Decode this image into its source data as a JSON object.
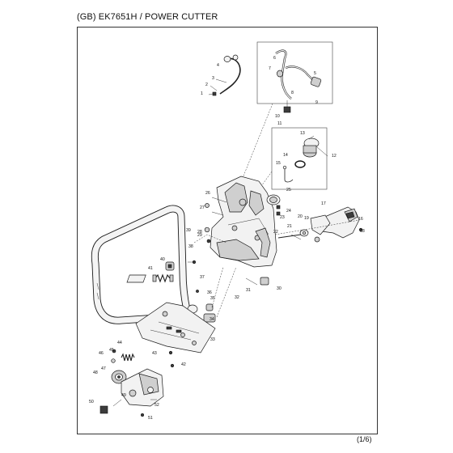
{
  "title": "(GB) EK7651H / POWER CUTTER",
  "page_indicator": "(1/6)",
  "part_numbers": [
    "1",
    "2",
    "3",
    "4",
    "5",
    "6",
    "7",
    "8",
    "9",
    "10",
    "11",
    "12",
    "13",
    "14",
    "15",
    "16",
    "17",
    "18",
    "19",
    "20",
    "21",
    "22",
    "23",
    "24",
    "25",
    "26",
    "27",
    "28",
    "29",
    "30",
    "31",
    "32",
    "33",
    "34",
    "35",
    "36",
    "37",
    "38",
    "39",
    "40",
    "41",
    "42",
    "43",
    "44",
    "45",
    "46",
    "47",
    "48",
    "49",
    "50",
    "51",
    "52"
  ]
}
